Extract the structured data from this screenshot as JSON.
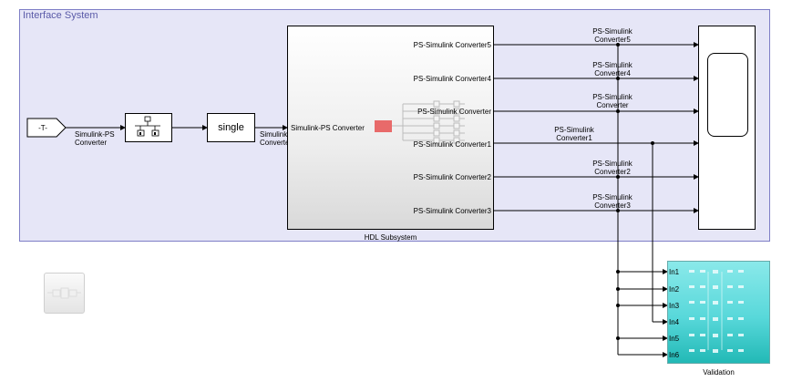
{
  "area": {
    "title": "Interface System"
  },
  "from_tag": {
    "label": "-T-"
  },
  "conv_in": {
    "label": "Simulink-PS\nConverter"
  },
  "single_block": {
    "label": "single"
  },
  "conv_in2": {
    "label": "Simulink-PS\nConverter"
  },
  "hdl": {
    "input_label": "Simulink-PS Converter",
    "outputs": [
      "PS-Simulink Converter5",
      "PS-Simulink Converter4",
      "PS-Simulink Converter",
      "PS-Simulink Converter1",
      "PS-Simulink Converter2",
      "PS-Simulink Converter3"
    ],
    "name": "HDL Subsystem"
  },
  "signal_labels": [
    "PS-Simulink\nConverter5",
    "PS-Simulink\nConverter4",
    "PS-Simulink\nConverter",
    "PS-Simulink\nConverter1",
    "PS-Simulink\nConverter2",
    "PS-Simulink\nConverter3"
  ],
  "validation": {
    "ports": [
      "In1",
      "In2",
      "In3",
      "In4",
      "In5",
      "In6"
    ],
    "name": "Validation"
  },
  "colors": {
    "area_fill": "#e6e6f7",
    "area_border": "#7e7ec6",
    "validation": "#4fd4d6",
    "hdl_marker": "#e86a6a"
  }
}
